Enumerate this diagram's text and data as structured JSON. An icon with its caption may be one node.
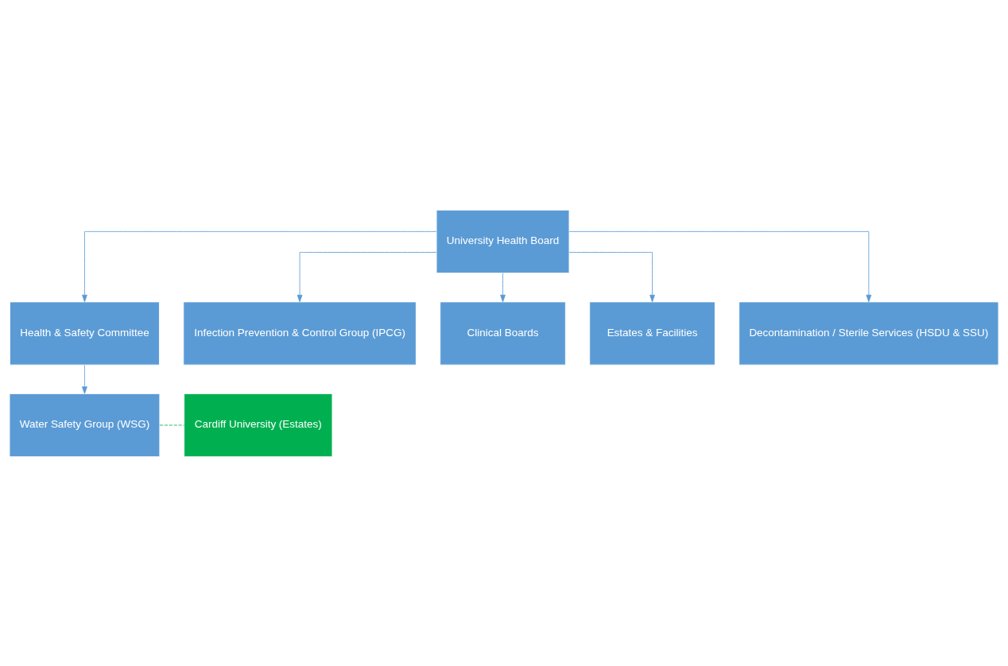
{
  "diagram": {
    "nodes": [
      {
        "text": [
          "University Health Board"
        ]
      },
      {
        "text": [
          "Health & Safety Committee"
        ]
      },
      {
        "text": [
          "Water Safety Group (WSG)"
        ]
      },
      {
        "text": [
          "Cardiff University (Estates)"
        ]
      },
      {
        "text": [
          "Infection Prevention & Control Group (IPCG)"
        ]
      },
      {
        "text": [
          "Clinical Boards"
        ]
      },
      {
        "text": [
          "Estates & Facilities"
        ]
      },
      {
        "text": [
          "Decontamination / Sterile Services (HSDU & SSU)"
        ]
      }
    ],
    "edges": [
      {
        "from": 0,
        "to": 1,
        "arrow": "to"
      },
      {
        "from": 1,
        "to": 2,
        "arrow": "to"
      },
      {
        "from": 2,
        "to": 3,
        "arrow": "none",
        "style": "dashed",
        "color": "#00b050"
      },
      {
        "from": 0,
        "to": 4,
        "arrow": "to"
      },
      {
        "from": 0,
        "to": 5,
        "arrow": "to"
      },
      {
        "from": 0,
        "to": 6,
        "arrow": "to"
      },
      {
        "from": 0,
        "to": 7,
        "arrow": "to"
      }
    ]
  }
}
